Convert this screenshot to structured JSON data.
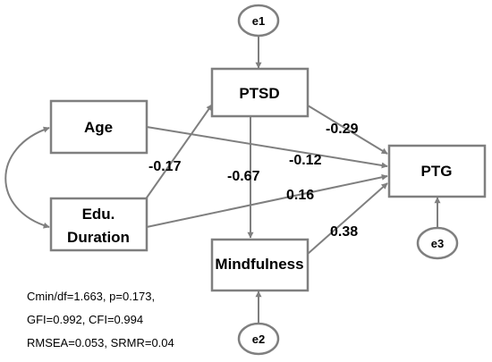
{
  "nodes": {
    "age": "Age",
    "edu_line1": "Edu.",
    "edu_line2": "Duration",
    "ptsd": "PTSD",
    "mindfulness": "Mindfulness",
    "ptg": "PTG",
    "e1": "e1",
    "e2": "e2",
    "e3": "e3"
  },
  "coefficients": {
    "ptsd_ptg": "-0.29",
    "age_ptg": "-0.12",
    "edu_ptsd": "-0.17",
    "ptsd_mindfulness": "-0.67",
    "edu_ptg": "0.16",
    "mindfulness_ptg": "0.38"
  },
  "fit_indices": [
    "Cmin/df=1.663, p=0.173,",
    "GFI=0.992, CFI=0.994",
    "RMSEA=0.053, SRMR=0.04"
  ],
  "colors": {
    "stroke": "#7f7f7f",
    "text": "#000000",
    "background": "#ffffff"
  }
}
